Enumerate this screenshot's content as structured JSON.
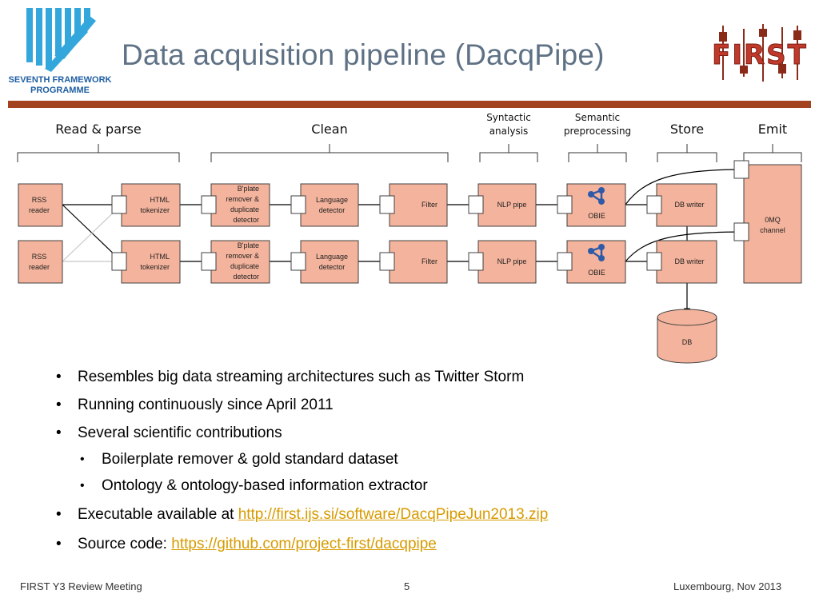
{
  "slide": {
    "title": "Data acquisition pipeline (DacqPipe)",
    "logo_left": [
      "SEVENTH FRAMEWORK",
      "PROGRAMME"
    ],
    "logo_right": "FIRST"
  },
  "diagram": {
    "stages": {
      "read_parse": "Read & parse",
      "clean": "Clean",
      "syntactic": [
        "Syntactic",
        "analysis"
      ],
      "semantic": [
        "Semantic",
        "preprocessing"
      ],
      "store": "Store",
      "emit": "Emit"
    },
    "rss_reader": [
      "RSS",
      "reader"
    ],
    "html_tokenizer": [
      "HTML",
      "tokenizer"
    ],
    "bplate": [
      "B'plate",
      "remover &",
      "duplicate",
      "detector"
    ],
    "language_detector": [
      "Language",
      "detector"
    ],
    "filter": "Filter",
    "nlp_pipe": "NLP pipe",
    "obie": "OBIE",
    "db_writer": "DB writer",
    "zmq": [
      "0MQ",
      "channel"
    ],
    "db": "DB",
    "colors": {
      "box_fill": "#f4b39c",
      "box_stroke": "#404040",
      "accent": "#a2421e"
    }
  },
  "bullets": [
    {
      "text": "Resembles big data streaming architectures such as Twitter Storm"
    },
    {
      "text": "Running continuously since April 2011"
    },
    {
      "text": "Several scientific contributions"
    },
    {
      "text": "Boilerplate remover & gold standard dataset"
    },
    {
      "text": "Ontology & ontology-based information extractor"
    },
    {
      "text": "Executable available at ",
      "link": "http://first.ijs.si/software/DacqPipeJun2013.zip"
    },
    {
      "text": "Source code: ",
      "link": "https://github.com/project-first/dacqpipe"
    }
  ],
  "footer": {
    "left": "FIRST Y3 Review Meeting",
    "page": "5",
    "right": "Luxembourg, Nov 2013"
  }
}
